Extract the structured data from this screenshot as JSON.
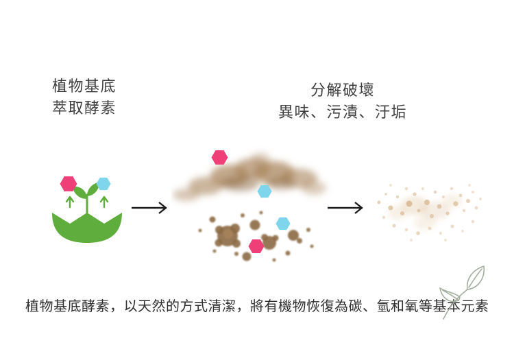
{
  "labels": {
    "stage1_line1": "植物基底",
    "stage1_line2": "萃取酵素",
    "stage2_line1": "分解破壞",
    "stage2_line2": "異味、污漬、汙垢",
    "caption": "植物基底酵素，以天然的方式清潔，將有機物恢復為碳、氫和氧等基本元素"
  },
  "icons": {
    "plant_pot": "plant-pot-with-sprout-and-enzyme-hexagons",
    "enzyme_pink_hex": "pink-enzyme-hexagon",
    "enzyme_blue_hex": "blue-enzyme-hexagon",
    "arrow": "right-arrow",
    "smoke_cloud": "brown-dirt-smoke-cloud",
    "dirt_clumps": "dirt-clump-particles",
    "speckles": "dissolved-particle-speckles",
    "leaf_logo": "leaf-outline-logo"
  },
  "colors": {
    "enzyme_pink": "#ee3f78",
    "enzyme_blue": "#7fd6ec",
    "plant_green": "#5fae3d",
    "smoke_brown": "#a8835a",
    "smoke_brown_dark": "#8a6540",
    "dirt_brown": "#8c6a44",
    "dirt_brown_light": "#a7845a",
    "speckle_tan": "#d9b98e",
    "speckle_tan_dark": "#cfa878",
    "leaf_outline": "#a3ae9e",
    "arrow_black": "#1b1b1b",
    "text_dark": "#3f3f3f"
  }
}
